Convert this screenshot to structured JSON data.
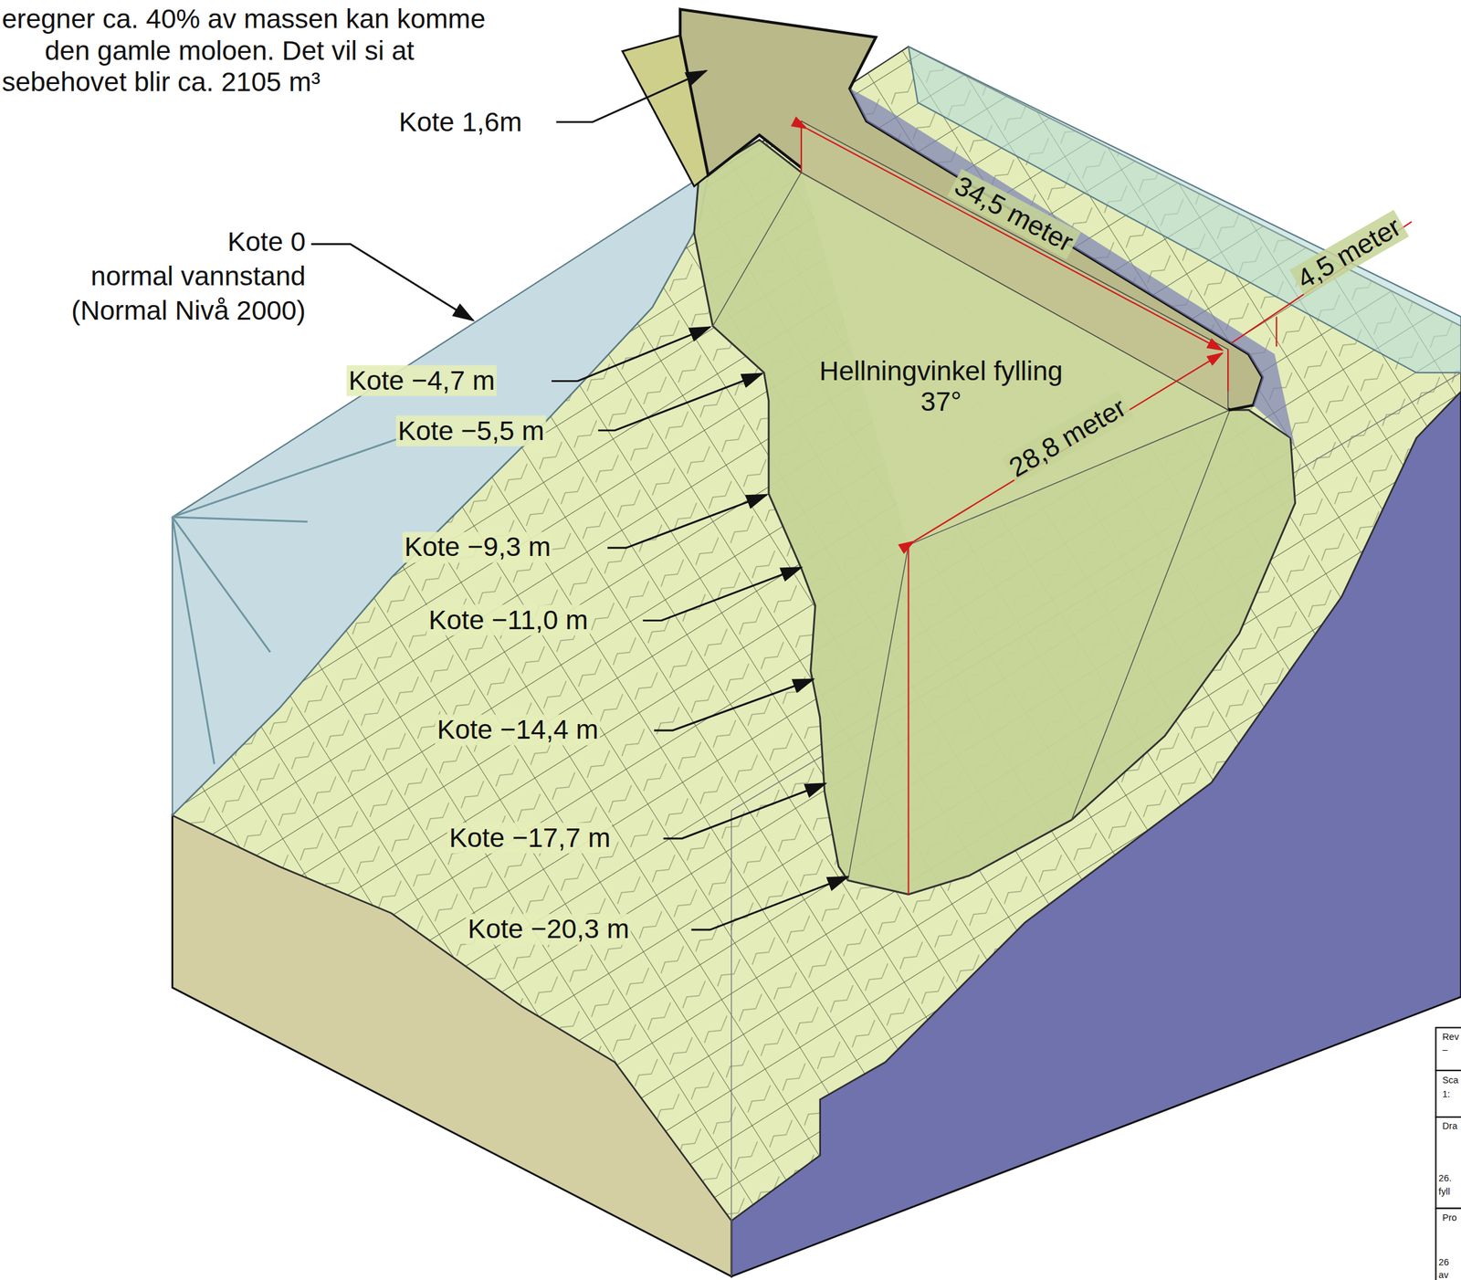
{
  "diagram": {
    "labels": [
      "eregner ca. 40% av massen kan komme",
      "den gamle moloen. Det vil si at",
      "sebehovet blir ca. 2105 m³",
      "Kote 1,6m",
      "Kote 0",
      "normal vannstand",
      "(Normal Nivå 2000)",
      "Kote −4,7 m",
      "Kote −5,5 m",
      "Kote −9,3 m",
      "Kote −11,0 m",
      "Kote −14,4 m",
      "Kote −17,7 m",
      "Kote −20,3 m",
      "Hellningvinkel fylling 37°",
      "34,5 meter",
      "4,5 meter",
      "28,8 meter",
      "Rev",
      "–",
      "Sca",
      "1:",
      "Dra",
      "26.",
      "fyll",
      "Pro",
      "26",
      "av"
    ]
  }
}
